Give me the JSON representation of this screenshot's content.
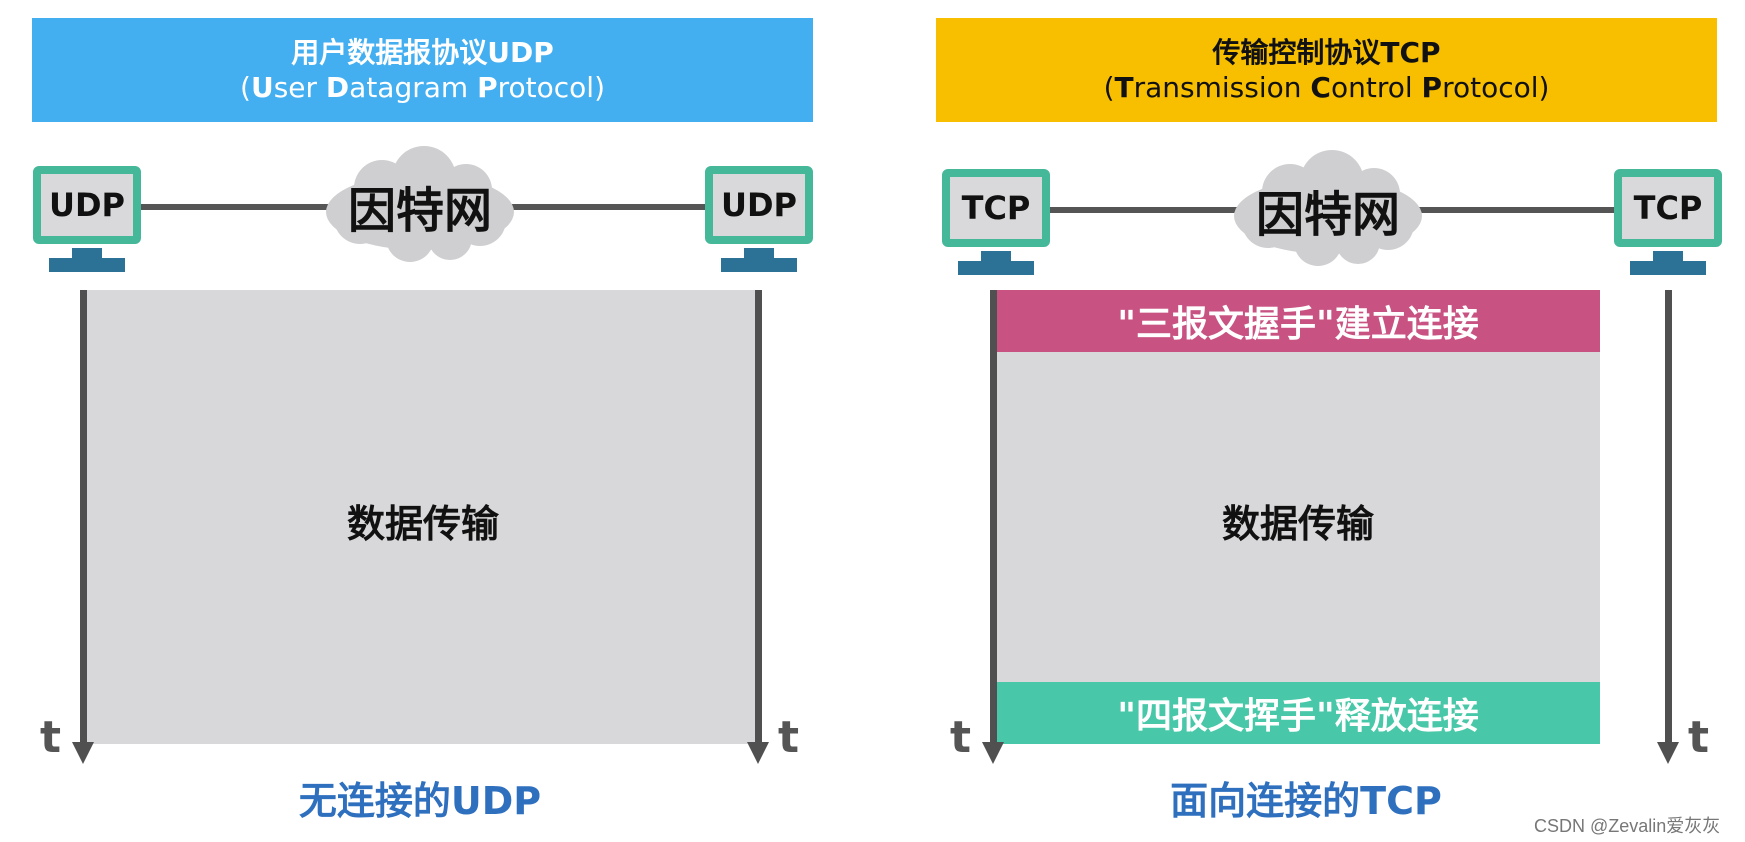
{
  "udp": {
    "title_line1": "用户数据报协议UDP",
    "title_line2_parts": [
      "(",
      "U",
      "ser ",
      "D",
      "atagram ",
      "P",
      "rotocol)"
    ],
    "host_left_label": "UDP",
    "host_right_label": "UDP",
    "cloud_label": "因特网",
    "data_transfer_label": "数据传输",
    "time_left": "t",
    "time_right": "t",
    "caption": "无连接的UDP"
  },
  "tcp": {
    "title_line1": "传输控制协议TCP",
    "title_line2_parts": [
      "(",
      "T",
      "ransmission ",
      "C",
      "ontrol ",
      "P",
      "rotocol)"
    ],
    "host_left_label": "TCP",
    "host_right_label": "TCP",
    "cloud_label": "因特网",
    "handshake_label": "\"三报文握手\"建立连接",
    "data_transfer_label": "数据传输",
    "wave_label": "\"四报文挥手\"释放连接",
    "time_left": "t",
    "time_right": "t",
    "caption": "面向连接的TCP"
  },
  "watermark": "CSDN @Zevalin爱灰灰",
  "colors": {
    "udp_header": "#43aef0",
    "tcp_header": "#f7bf00",
    "host_frame": "#46b89a",
    "host_stand": "#2c7296",
    "handshake_band": "#c85282",
    "wave_band": "#48c8a8",
    "caption": "#2e6fbe",
    "area": "#d8d8da"
  }
}
